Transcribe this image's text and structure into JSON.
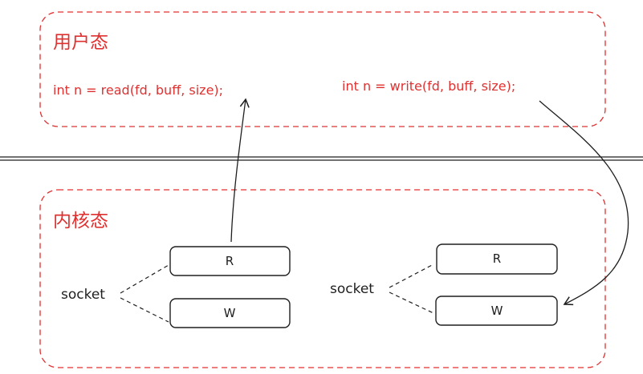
{
  "user_space": {
    "title": "用户态",
    "read_call": "int n = read(fd, buff, size);",
    "write_call": "int n = write(fd, buff, size);"
  },
  "kernel_space": {
    "title": "内核态",
    "sockets": [
      {
        "label": "socket",
        "read_buffer": "R",
        "write_buffer": "W"
      },
      {
        "label": "socket",
        "read_buffer": "R",
        "write_buffer": "W"
      }
    ]
  },
  "colors": {
    "accent": "#e03131",
    "stroke": "#1e1e1e",
    "background": "#ffffff"
  }
}
